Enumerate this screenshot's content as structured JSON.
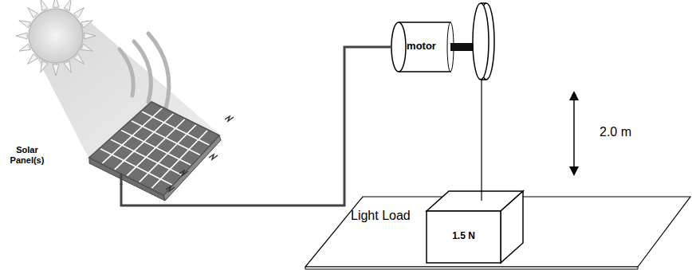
{
  "diagram": {
    "nodes": [
      {
        "text": [
          "Solar Panel(s)"
        ]
      },
      {
        "text": [
          "motor"
        ]
      },
      {
        "text": [
          "1.5 N"
        ]
      }
    ],
    "edges": [
      {
        "from": 0,
        "to": 1,
        "arrow": "none"
      }
    ],
    "labels": [
      "Light Load",
      "2.0 m"
    ]
  }
}
